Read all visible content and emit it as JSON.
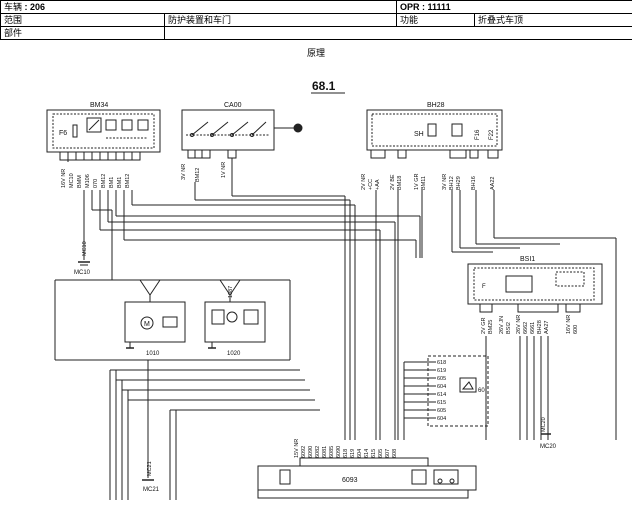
{
  "header": {
    "vehicle_label": "车辆",
    "vehicle_value": "206",
    "opr_label": "OPR",
    "opr_value": "11111",
    "scope_label": "范围",
    "scope_value": "防护装置和车门",
    "function_label": "功能",
    "function_value": "折叠式车顶",
    "part_label": "部件",
    "part_value": ""
  },
  "page": {
    "subtitle": "原理",
    "diagram_number": "68.1"
  },
  "components": {
    "bm34": "BM34",
    "ca00": "CA00",
    "bh28": "BH28",
    "bsi1": "BSI1",
    "c1010": "1010",
    "c1020": "1020",
    "c6093": "6093",
    "c60": "60",
    "mc10": "MC10",
    "mc20": "MC20",
    "mc21": "MC21",
    "f6": "F6",
    "sh": "SH",
    "f16": "F16",
    "f22": "F22",
    "ref1087": "1087"
  },
  "wires_bm34": [
    "16V NR",
    "MC10",
    "BMM",
    "M106",
    "070",
    "BM12",
    "BM1",
    "BM1",
    "BM12"
  ],
  "wires_ca00": [
    "3V NR",
    "BM12",
    "1V NR"
  ],
  "wires_bh28": [
    "2V NR",
    "+CC",
    "+AA",
    "2V BE",
    "BM18",
    "1V GR",
    "BM11",
    "3V NR",
    "BH12",
    "BH29",
    "BH16",
    "AA22"
  ],
  "wires_bsi1": [
    "2V GR",
    "BM25",
    "26V JN",
    "BSI2",
    "26V NR",
    "6662",
    "6661",
    "BH28",
    "AA27",
    "16V NR",
    "600"
  ],
  "wires_60": [
    "618",
    "619",
    "605",
    "604",
    "614",
    "615",
    "605",
    "604"
  ],
  "wires_6093": [
    "15V NR",
    "6092",
    "6090",
    "6082",
    "6081",
    "6085",
    "6090",
    "618",
    "619",
    "604",
    "614",
    "615",
    "605",
    "607",
    "608"
  ]
}
